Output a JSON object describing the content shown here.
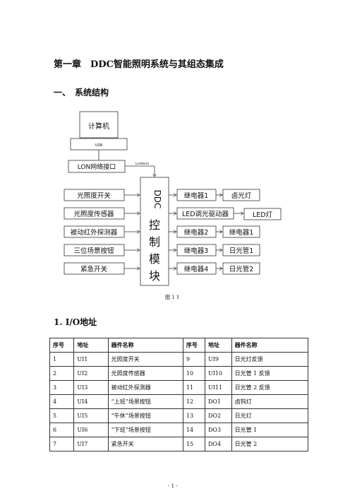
{
  "chapter_title": "第一章　DDC智能照明系统与其组态集成",
  "section_title": "一、　系统结构",
  "diagram": {
    "computer": "计算机",
    "usb": "USB",
    "lon_interface": "LON网络接口",
    "lonworks": "LonWorks",
    "ddc_module": [
      "DDC",
      "控",
      "制",
      "模",
      "块"
    ],
    "inputs": [
      "光照度开关",
      "光照度传感器",
      "被动红外探测器",
      "三位场景按钮",
      "紧急开关"
    ],
    "outputs": [
      {
        "device": "继电器1",
        "load": "卤光灯"
      },
      {
        "device": "LED调光驱动器",
        "load": "LED灯"
      },
      {
        "device": "继电器2",
        "load": "继电器1"
      },
      {
        "device": "继电器3",
        "load": "日光管1"
      },
      {
        "device": "继电器4",
        "load": "日光管2"
      }
    ]
  },
  "figure_caption": "图 1 1",
  "subsection_title": "1.  I/O地址",
  "table": {
    "headers": [
      "序号",
      "地址",
      "器件名称",
      "序号",
      "地址",
      "器件名称"
    ],
    "rows": [
      [
        "1",
        "UI1",
        "光照度开关",
        "9",
        "UI9",
        "日光灯反馈"
      ],
      [
        "2",
        "UI2",
        "光照度传感器",
        "10",
        "UI10",
        "日光管 1 反馈"
      ],
      [
        "3",
        "UI3",
        "被动红外探测器",
        "11",
        "UI11",
        "日光管 2 反馈"
      ],
      [
        "4",
        "UI4",
        "“上班”场景按钮",
        "12",
        "DO1",
        "卤钨灯"
      ],
      [
        "5",
        "UI5",
        "“午休”场景按钮",
        "13",
        "DO2",
        "日光灯"
      ],
      [
        "6",
        "UI6",
        "“下班”场景按钮",
        "14",
        "DO3",
        "日光管 1"
      ],
      [
        "7",
        "UI7",
        "紧急开关",
        "15",
        "DO4",
        "日光管 2"
      ]
    ]
  },
  "page_number": "- 1 -"
}
